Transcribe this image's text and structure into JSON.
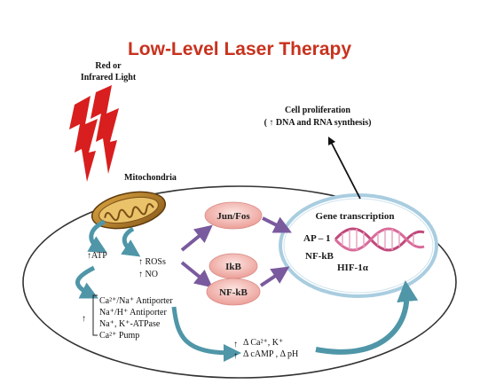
{
  "title": "Low-Level Laser Therapy",
  "light_label": [
    "Red or",
    "Infrared Light"
  ],
  "mitochondria_label": "Mitochondria",
  "cell_proliferation": {
    "line1": "Cell proliferation",
    "line2": "( ↑ DNA and RNA synthesis)"
  },
  "atp_label": "↑ATP",
  "ros_label": "↑ ROSs",
  "no_label": "↑ NO",
  "jun_fos": "Jun/Fos",
  "ikb": "IkB",
  "nfkb_pill": "NF-kB",
  "nucleus": {
    "heading": "Gene transcription",
    "ap1": "AP – 1",
    "nfkb": "NF-kB",
    "hif": "HIF-1α"
  },
  "transporters": [
    "Ca²⁺/Na⁺ Antiporter",
    "Na⁺/H⁺ Antiporter",
    "Na⁺, K⁺-ATPase",
    "Ca²⁺ Pump"
  ],
  "transporter_arrow": "↑",
  "ion_changes": {
    "line1": "Δ Ca²⁺, K⁺",
    "line2": "Δ cAMP , Δ pH"
  },
  "colors": {
    "title": "#c8321e",
    "lightning": "#d81e1e",
    "teal_arrow": "#4f96a8",
    "purple_arrow": "#7a5a9e",
    "pill": "#f2b9b4",
    "nucleus_border": "#a9cde0"
  }
}
